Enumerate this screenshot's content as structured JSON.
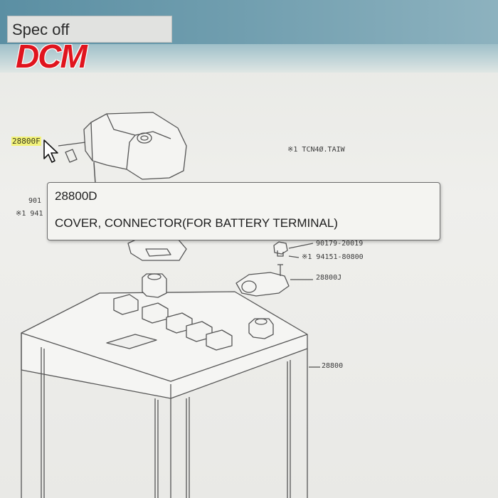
{
  "window": {
    "title": "Spec off",
    "logo_text": "DCM"
  },
  "diagram": {
    "labels": {
      "cover_part": "28800F",
      "note_top": "※1 TCN4Ø.TAIW",
      "bolt_left": "901",
      "note_left": "※1 941",
      "bolt_right": "90179-20019",
      "note_right": "※1 94151-80800",
      "terminal": "28800J",
      "battery": "28800"
    }
  },
  "tooltip": {
    "part_number": "28800D",
    "description": "COVER, CONNECTOR(FOR BATTERY TERMINAL)"
  },
  "colors": {
    "accent_bar": "#5b8fa3",
    "logo_red": "#e0141e",
    "highlight_yellow": "#f2f27a"
  }
}
